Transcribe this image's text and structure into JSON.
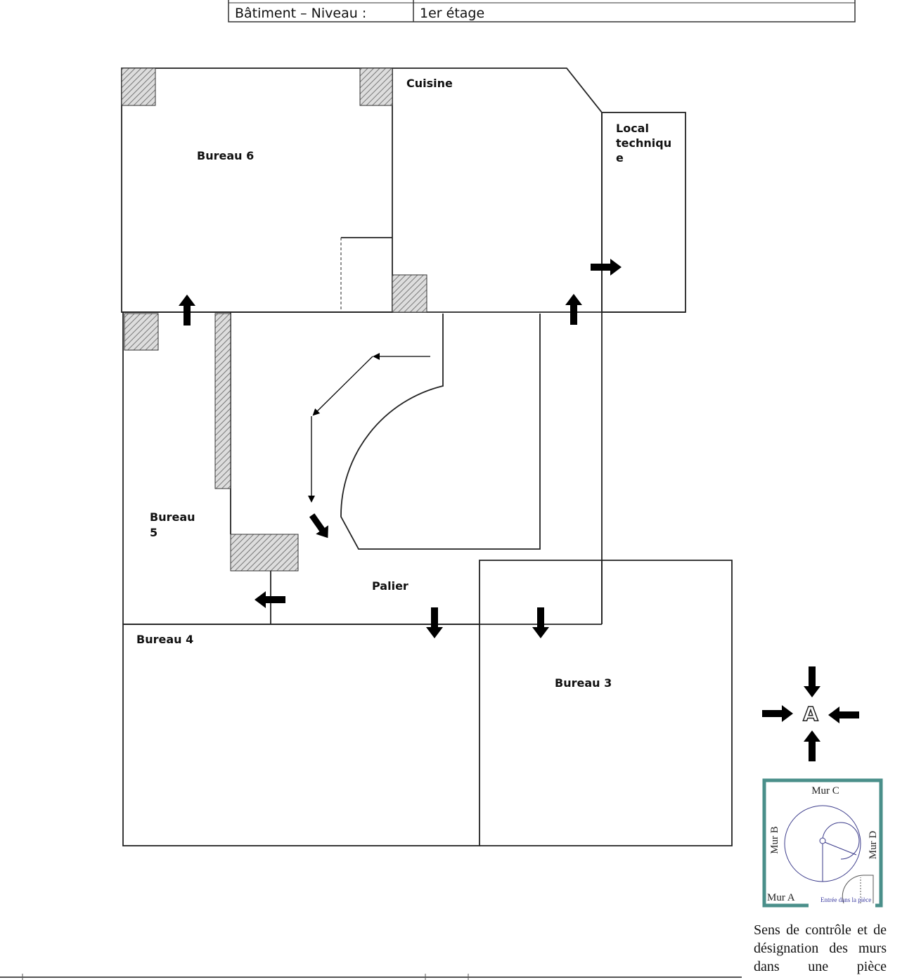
{
  "header": {
    "label": "Bâtiment – Niveau :",
    "value": "1er étage"
  },
  "rooms": {
    "bureau6": "Bureau 6",
    "cuisine": "Cuisine",
    "local_technique": [
      "Local",
      "techniqu",
      "e"
    ],
    "bureau5": [
      "Bureau",
      "5"
    ],
    "palier": "Palier",
    "bureau4": "Bureau 4",
    "bureau3": "Bureau 3"
  },
  "compass": {
    "letter": "A"
  },
  "legend": {
    "mur_a": "Mur A",
    "mur_b": "Mur B",
    "mur_c": "Mur C",
    "mur_d": "Mur D",
    "entree": "Entrée dans la pièce",
    "caption": "Sens de contrôle et de désignation des murs dans une pièce",
    "border_color": "#4a8f8a",
    "circle_color": "#3a3a8a"
  }
}
